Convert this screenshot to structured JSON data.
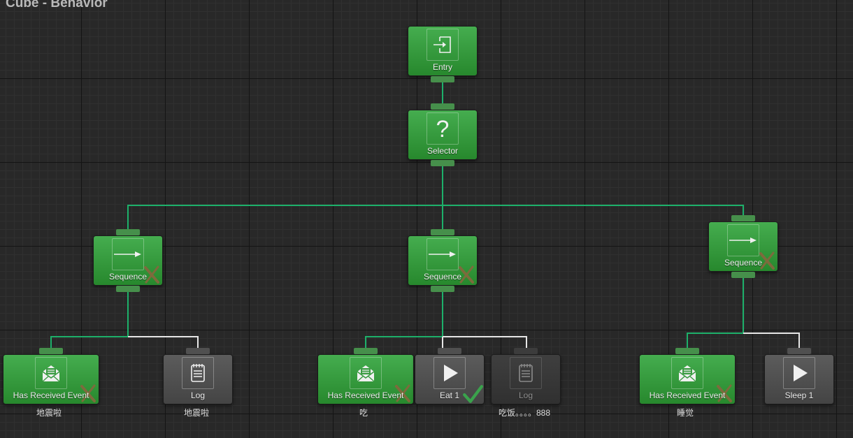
{
  "window": {
    "title": "Cube - Behavior"
  },
  "colors": {
    "success_node": "#3a9d42",
    "inactive_node": "#505050",
    "idle_node": "#383838",
    "active_edge": "#1db06a",
    "inactive_edge": "#e6e6e6"
  },
  "nodes": {
    "entry": {
      "label": "Entry",
      "icon": "entry-icon",
      "state": "success"
    },
    "selector": {
      "label": "Selector",
      "icon": "question-icon",
      "state": "success"
    },
    "sequence_1": {
      "label": "Sequence",
      "icon": "sequence-arrow-icon",
      "state": "success",
      "status": "failure-x-icon"
    },
    "sequence_2": {
      "label": "Sequence",
      "icon": "sequence-arrow-icon",
      "state": "success",
      "status": "failure-x-icon"
    },
    "sequence_3": {
      "label": "Sequence",
      "icon": "sequence-arrow-icon",
      "state": "success",
      "status": "failure-x-icon"
    },
    "event_1": {
      "label": "Has Received Event",
      "icon": "envelope-icon",
      "state": "success",
      "status": "failure-x-icon",
      "comment": "地震啦"
    },
    "log_1": {
      "label": "Log",
      "icon": "notepad-icon",
      "state": "inactive",
      "comment": "地震啦"
    },
    "event_2": {
      "label": "Has Received Event",
      "icon": "envelope-icon",
      "state": "success",
      "status": "failure-x-icon",
      "comment": "吃"
    },
    "eat_1": {
      "label": "Eat 1",
      "icon": "play-icon",
      "state": "inactive",
      "status": "success-check-icon"
    },
    "log_2": {
      "label": "Log",
      "icon": "notepad-icon",
      "state": "idle",
      "comment": "吃饭。。。。888"
    },
    "event_3": {
      "label": "Has Received Event",
      "icon": "envelope-icon",
      "state": "success",
      "status": "failure-x-icon",
      "comment": "睡觉"
    },
    "sleep_1": {
      "label": "Sleep 1",
      "icon": "play-icon",
      "state": "inactive"
    }
  }
}
